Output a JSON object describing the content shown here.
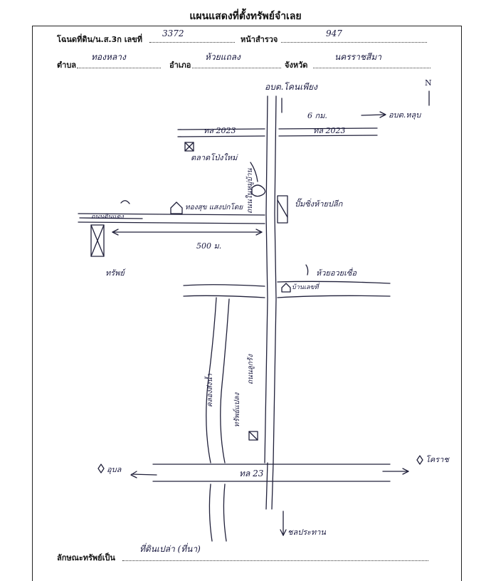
{
  "header": {
    "title": "แผนแสดงที่ตั้งทรัพย์จำเลย"
  },
  "form": {
    "deed_label": "โฉนดที่ดิน/น.ส.3ก เลขที่",
    "deed_value": "3372",
    "survey_page_label": "หน้าสำรวจ",
    "survey_page_value": "947",
    "subdistrict_label": "ตำบล",
    "subdistrict_value": "ทองหลาง",
    "district_label": "อำเภอ",
    "district_value": "ห้วยแถลง",
    "province_label": "จังหวัด",
    "province_value": "นครราชสีมา",
    "property_label": "ลักษณะทรัพย์เป็น",
    "property_value": "ที่ดินเปล่า (ที่นา)"
  },
  "map": {
    "north_arrow": "N",
    "top_road_label": "อบต.โคนเพียง",
    "right_arrow_label": "อบต.หลุบ",
    "distance_label": "6 กม.",
    "road_left_code": "ทล 2023",
    "road_right_code": "ทล 2023",
    "temple_label": "ตลาดโป่งใหม่",
    "house_label_1": "ทองสุข แสงปกโดย",
    "house_label_2": "ปั๊มซิ่งห้ายปลีก",
    "left_road_label": "ถนนดินแดง",
    "distance_500": "500 ม.",
    "plot_label": "ทรัพย์",
    "village_road_label": "ถนนในหมู่บ้าน",
    "hut_label": "ห้วยอวยเซื่อ",
    "hut_sub": "บ้านเลขที่",
    "road_vertical_label": "ถนนลูกรัง",
    "canal_label": "คลองส่งน้ำ",
    "field_label": "ทรัพย์แปลง",
    "highway_label": "ทล 23",
    "left_city": "อุบล",
    "right_city": "โคราช",
    "bottom_label": "ชลประทาน"
  }
}
